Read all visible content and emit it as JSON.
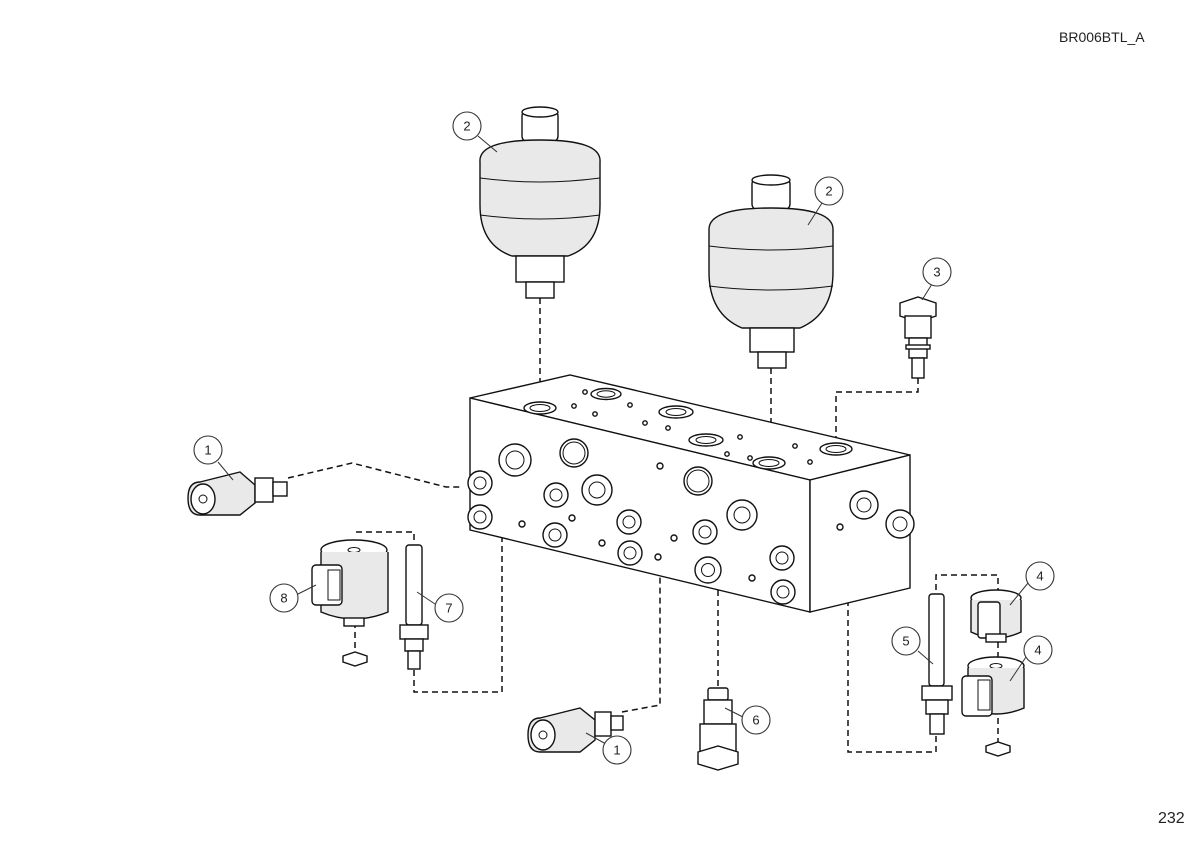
{
  "header": {
    "drawing_id": "BR006BTL_A"
  },
  "footer": {
    "page_number": "232"
  },
  "callouts": {
    "c1a": "1",
    "c1b": "1",
    "c2a": "2",
    "c2b": "2",
    "c3": "3",
    "c4a": "4",
    "c4b": "4",
    "c5": "5",
    "c6": "6",
    "c7": "7",
    "c8": "8"
  }
}
